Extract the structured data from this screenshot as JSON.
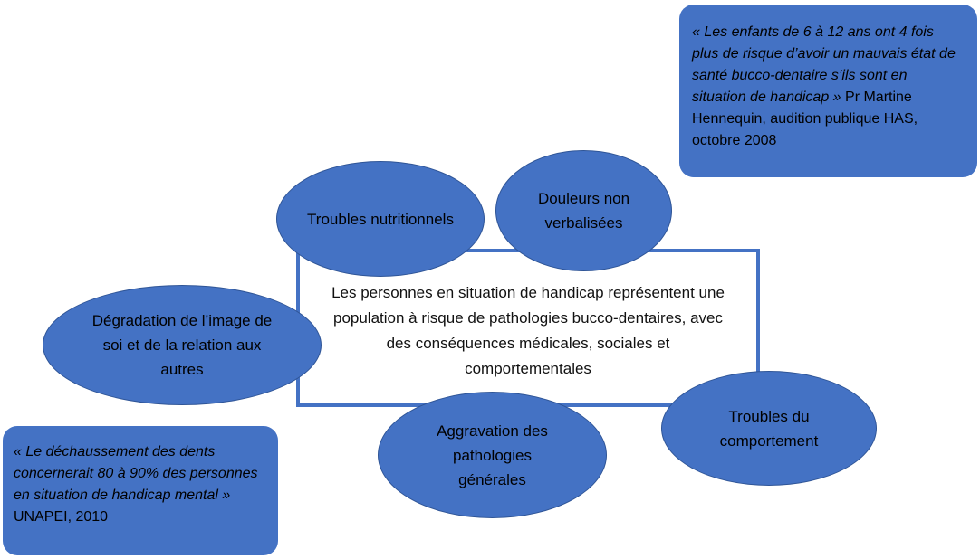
{
  "center": {
    "text": "Les personnes en situation de handicap représentent une population à risque de pathologies bucco-dentaires, avec des conséquences médicales, sociales et comportementales"
  },
  "nodes": {
    "troubles_nutritionnels": "Troubles nutritionnels",
    "douleurs": "Douleurs non verbalisées",
    "degradation": "Dégradation de l’image de soi et de la relation aux autres",
    "aggravation": "Aggravation des pathologies générales",
    "troubles_comportement": "Troubles du comportement"
  },
  "notes": {
    "top_right": {
      "quote": "« Les enfants de 6 à 12 ans ont 4 fois plus de risque d’avoir un mauvais état de santé bucco-dentaire s’ils sont en situation de handicap »",
      "source": " Pr Martine Hennequin, audition publique HAS, octobre 2008"
    },
    "bottom_left": {
      "quote": "« Le déchaussement des dents concernerait 80 à 90% des personnes en situation de handicap mental »",
      "source": " UNAPEI, 2010"
    }
  },
  "colors": {
    "shape_fill": "#4472C4",
    "shape_border": "#2F5597",
    "box_border": "#4472C4"
  }
}
